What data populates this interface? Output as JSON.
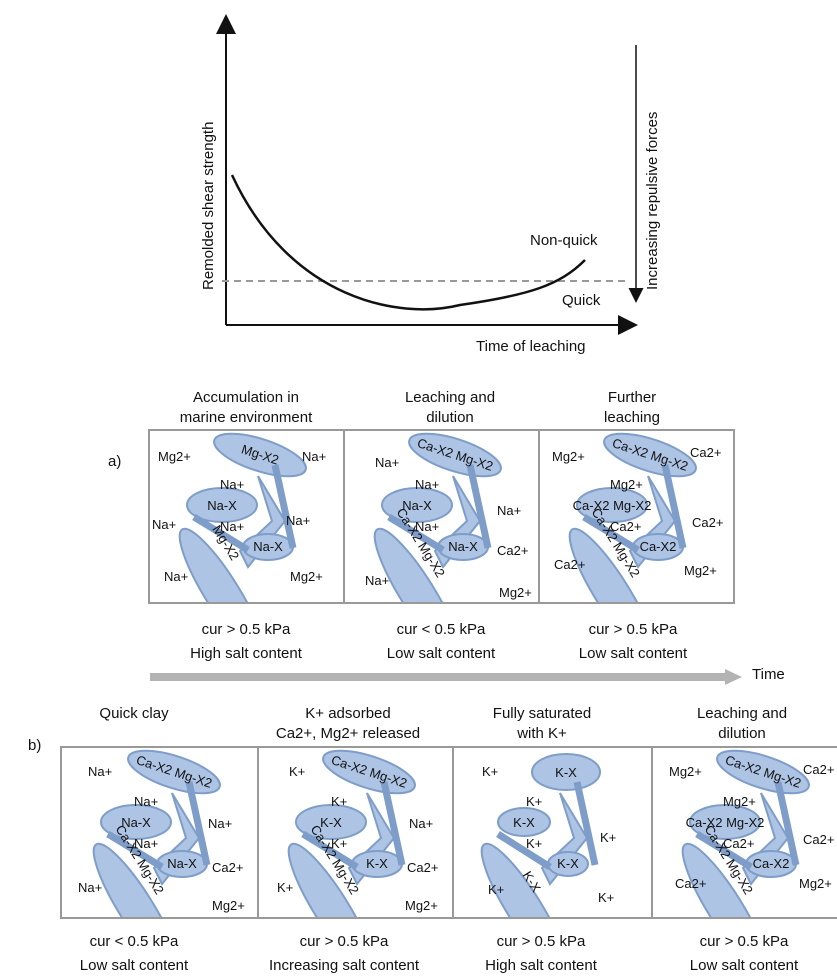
{
  "top_chart": {
    "y_label": "Remolded shear strength",
    "right_label": "Increasing repulsive forces",
    "x_label": "Time of leaching",
    "upper_region_label": "Non-quick",
    "lower_region_label": "Quick"
  },
  "row_a": {
    "tag": "a)",
    "time_label": "Time",
    "panels": [
      {
        "title_line1": "Accumulation in",
        "title_line2": "marine environment",
        "stat_line1": "cur > 0.5 kPa",
        "stat_line2": "High salt content",
        "ellipse_top": "Mg-X2",
        "ellipse_mid": "Na-X",
        "ellipse_right": "Na-X",
        "ellipse_long": "Mg-X2",
        "inner": [
          "Na+",
          "Na+"
        ],
        "ions": [
          "Mg2+",
          "Na+",
          "Na+",
          "Na+",
          "Na+",
          "Mg2+"
        ]
      },
      {
        "title_line1": "Leaching and",
        "title_line2": "dilution",
        "stat_line1": "cur < 0.5 kPa",
        "stat_line2": "Low salt content",
        "ellipse_top": "Ca-X2 Mg-X2",
        "ellipse_mid": "Na-X",
        "ellipse_right": "Na-X",
        "ellipse_long": "Ca-X2 Mg-X2",
        "inner": [
          "Na+",
          "Na+"
        ],
        "ions": [
          "Na+",
          "Na+",
          "Na+",
          "Ca2+",
          "Mg2+"
        ]
      },
      {
        "title_line1": "Further",
        "title_line2": "leaching",
        "stat_line1": "cur > 0.5 kPa",
        "stat_line2": "Low salt content",
        "ellipse_top": "Ca-X2 Mg-X2",
        "ellipse_mid": "Ca-X2 Mg-X2",
        "ellipse_right": "Ca-X2",
        "ellipse_long": "Ca-X2 Mg-X2",
        "inner": [
          "Mg2+",
          "Ca2+"
        ],
        "ions": [
          "Mg2+",
          "Ca2+",
          "Ca2+",
          "Ca2+",
          "Mg2+"
        ]
      }
    ]
  },
  "row_b": {
    "tag": "b)",
    "panels": [
      {
        "title_line1": "Quick clay",
        "title_line2": "",
        "stat_line1": "cur < 0.5 kPa",
        "stat_line2": "Low salt content",
        "ellipse_top": "Ca-X2 Mg-X2",
        "ellipse_mid": "Na-X",
        "ellipse_right": "Na-X",
        "ellipse_long": "Ca-X2 Mg-X2",
        "inner": [
          "Na+",
          "Na+"
        ],
        "ions": [
          "Na+",
          "Na+",
          "Ca2+",
          "Na+",
          "Mg2+"
        ]
      },
      {
        "title_line1": "K+ adsorbed",
        "title_line2": "Ca2+, Mg2+ released",
        "stat_line1": "cur > 0.5 kPa",
        "stat_line2": "Increasing salt content",
        "ellipse_top": "Ca-X2 Mg-X2",
        "ellipse_mid": "K-X",
        "ellipse_right": "K-X",
        "ellipse_long": "Ca-X2 Mg-X2",
        "inner": [
          "K+",
          "K+"
        ],
        "ions": [
          "K+",
          "Na+",
          "Ca2+",
          "K+",
          "Mg2+"
        ]
      },
      {
        "title_line1": "Fully saturated",
        "title_line2": "with K+",
        "stat_line1": "cur > 0.5 kPa",
        "stat_line2": "High salt content",
        "ellipse_top": "K-X",
        "ellipse_mid": "K-X",
        "ellipse_right": "K-X",
        "ellipse_long": "K-X",
        "inner": [
          "K+",
          "K+"
        ],
        "ions": [
          "K+",
          "K+",
          "K+",
          "K+"
        ]
      },
      {
        "title_line1": "Leaching and",
        "title_line2": "dilution",
        "stat_line1": "cur > 0.5 kPa",
        "stat_line2": "Low salt content",
        "ellipse_top": "Ca-X2 Mg-X2",
        "ellipse_mid": "Ca-X2 Mg-X2",
        "ellipse_right": "Ca-X2",
        "ellipse_long": "Ca-X2 Mg-X2",
        "inner": [
          "Mg2+",
          "Ca2+"
        ],
        "ions": [
          "Mg2+",
          "Ca2+",
          "Ca2+",
          "Ca2+",
          "Mg2+"
        ]
      }
    ]
  }
}
